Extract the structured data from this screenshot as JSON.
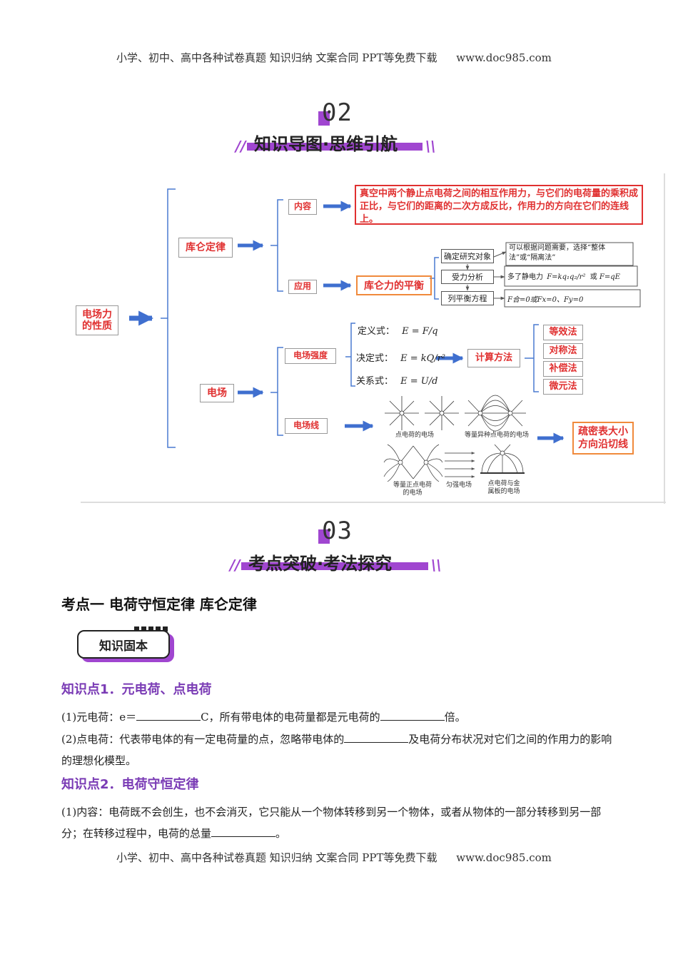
{
  "header": {
    "text": "小学、初中、高中各种试卷真题  知识归纳  文案合同  PPT等免费下载",
    "url": "www.doc985.com"
  },
  "footer": {
    "text": "小学、初中、高中各种试卷真题  知识归纳  文案合同  PPT等免费下载",
    "url": "www.doc985.com"
  },
  "section2": {
    "number": "02",
    "title": "知识导图·思维引航"
  },
  "section3": {
    "number": "03",
    "title": "考点突破·考法探究"
  },
  "mindmap": {
    "root": "电场力的性质",
    "coulomb": "库仑定律",
    "neirong": "内容",
    "neirong_text": "真空中两个静止点电荷之间的相互作用力，与它们的电荷量的乘积成正比，与它们的距离的二次方成反比，作用力的方向在它们的连线上。",
    "yingyong": "应用",
    "balance": "库仑力的平衡",
    "steps": [
      "确定研究对象",
      "受力分析",
      "列平衡方程"
    ],
    "step1_note": "可以根据问题需要，选择“整体法”或“隔离法”",
    "step2_note": "多了静电力",
    "step2_formula_a": "F=kq₁q₂/r²",
    "step2_or": "或",
    "step2_formula_b": "F=qE",
    "step3_note": "F合=0或Fx=0、Fy=0",
    "field": "电场",
    "intensity": "电场强度",
    "def_label": "定义式：",
    "def_formula": "E = F/q",
    "det_label": "决定式：",
    "det_formula": "E = kQ/r²",
    "rel_label": "关系式：",
    "rel_formula": "E = U/d",
    "calc": "计算方法",
    "methods": [
      "等效法",
      "对称法",
      "补偿法",
      "微元法"
    ],
    "fieldlines": "电场线",
    "captions": [
      "点电荷的电场",
      "等量异种点电荷的电场",
      "等量正点电荷的电场",
      "匀强电场",
      "点电荷与金属板的电场"
    ],
    "conclusion": "疏密表大小方向沿切线"
  },
  "kaodian": {
    "title": "考点一    电荷守恒定律    库仑定律"
  },
  "badge": {
    "text": "知识固本"
  },
  "zs1": {
    "title": "知识点1．元电荷、点电荷",
    "p1_a": "(1)元电荷：e＝",
    "p1_b": "C，所有带电体的电荷量都是元电荷的",
    "p1_c": "倍。",
    "p2_a": "(2)点电荷：代表带电体的有一定电荷量的点，忽略带电体的",
    "p2_b": "及电荷分布状况对它们之间的作用力的影响的理想化模型。"
  },
  "zs2": {
    "title": "知识点2．电荷守恒定律",
    "p1_a": "(1)内容：电荷既不会创生，也不会消灭，它只能从一个物体转移到另一个物体，或者从物体的一部分转移到另一部分；在转移过程中，电荷的总量",
    "p1_b": "。"
  },
  "colors": {
    "accent": "#a046d0",
    "red": "#e03030",
    "blue_arrow": "#3f6fcf",
    "orange": "#f08a3c"
  }
}
